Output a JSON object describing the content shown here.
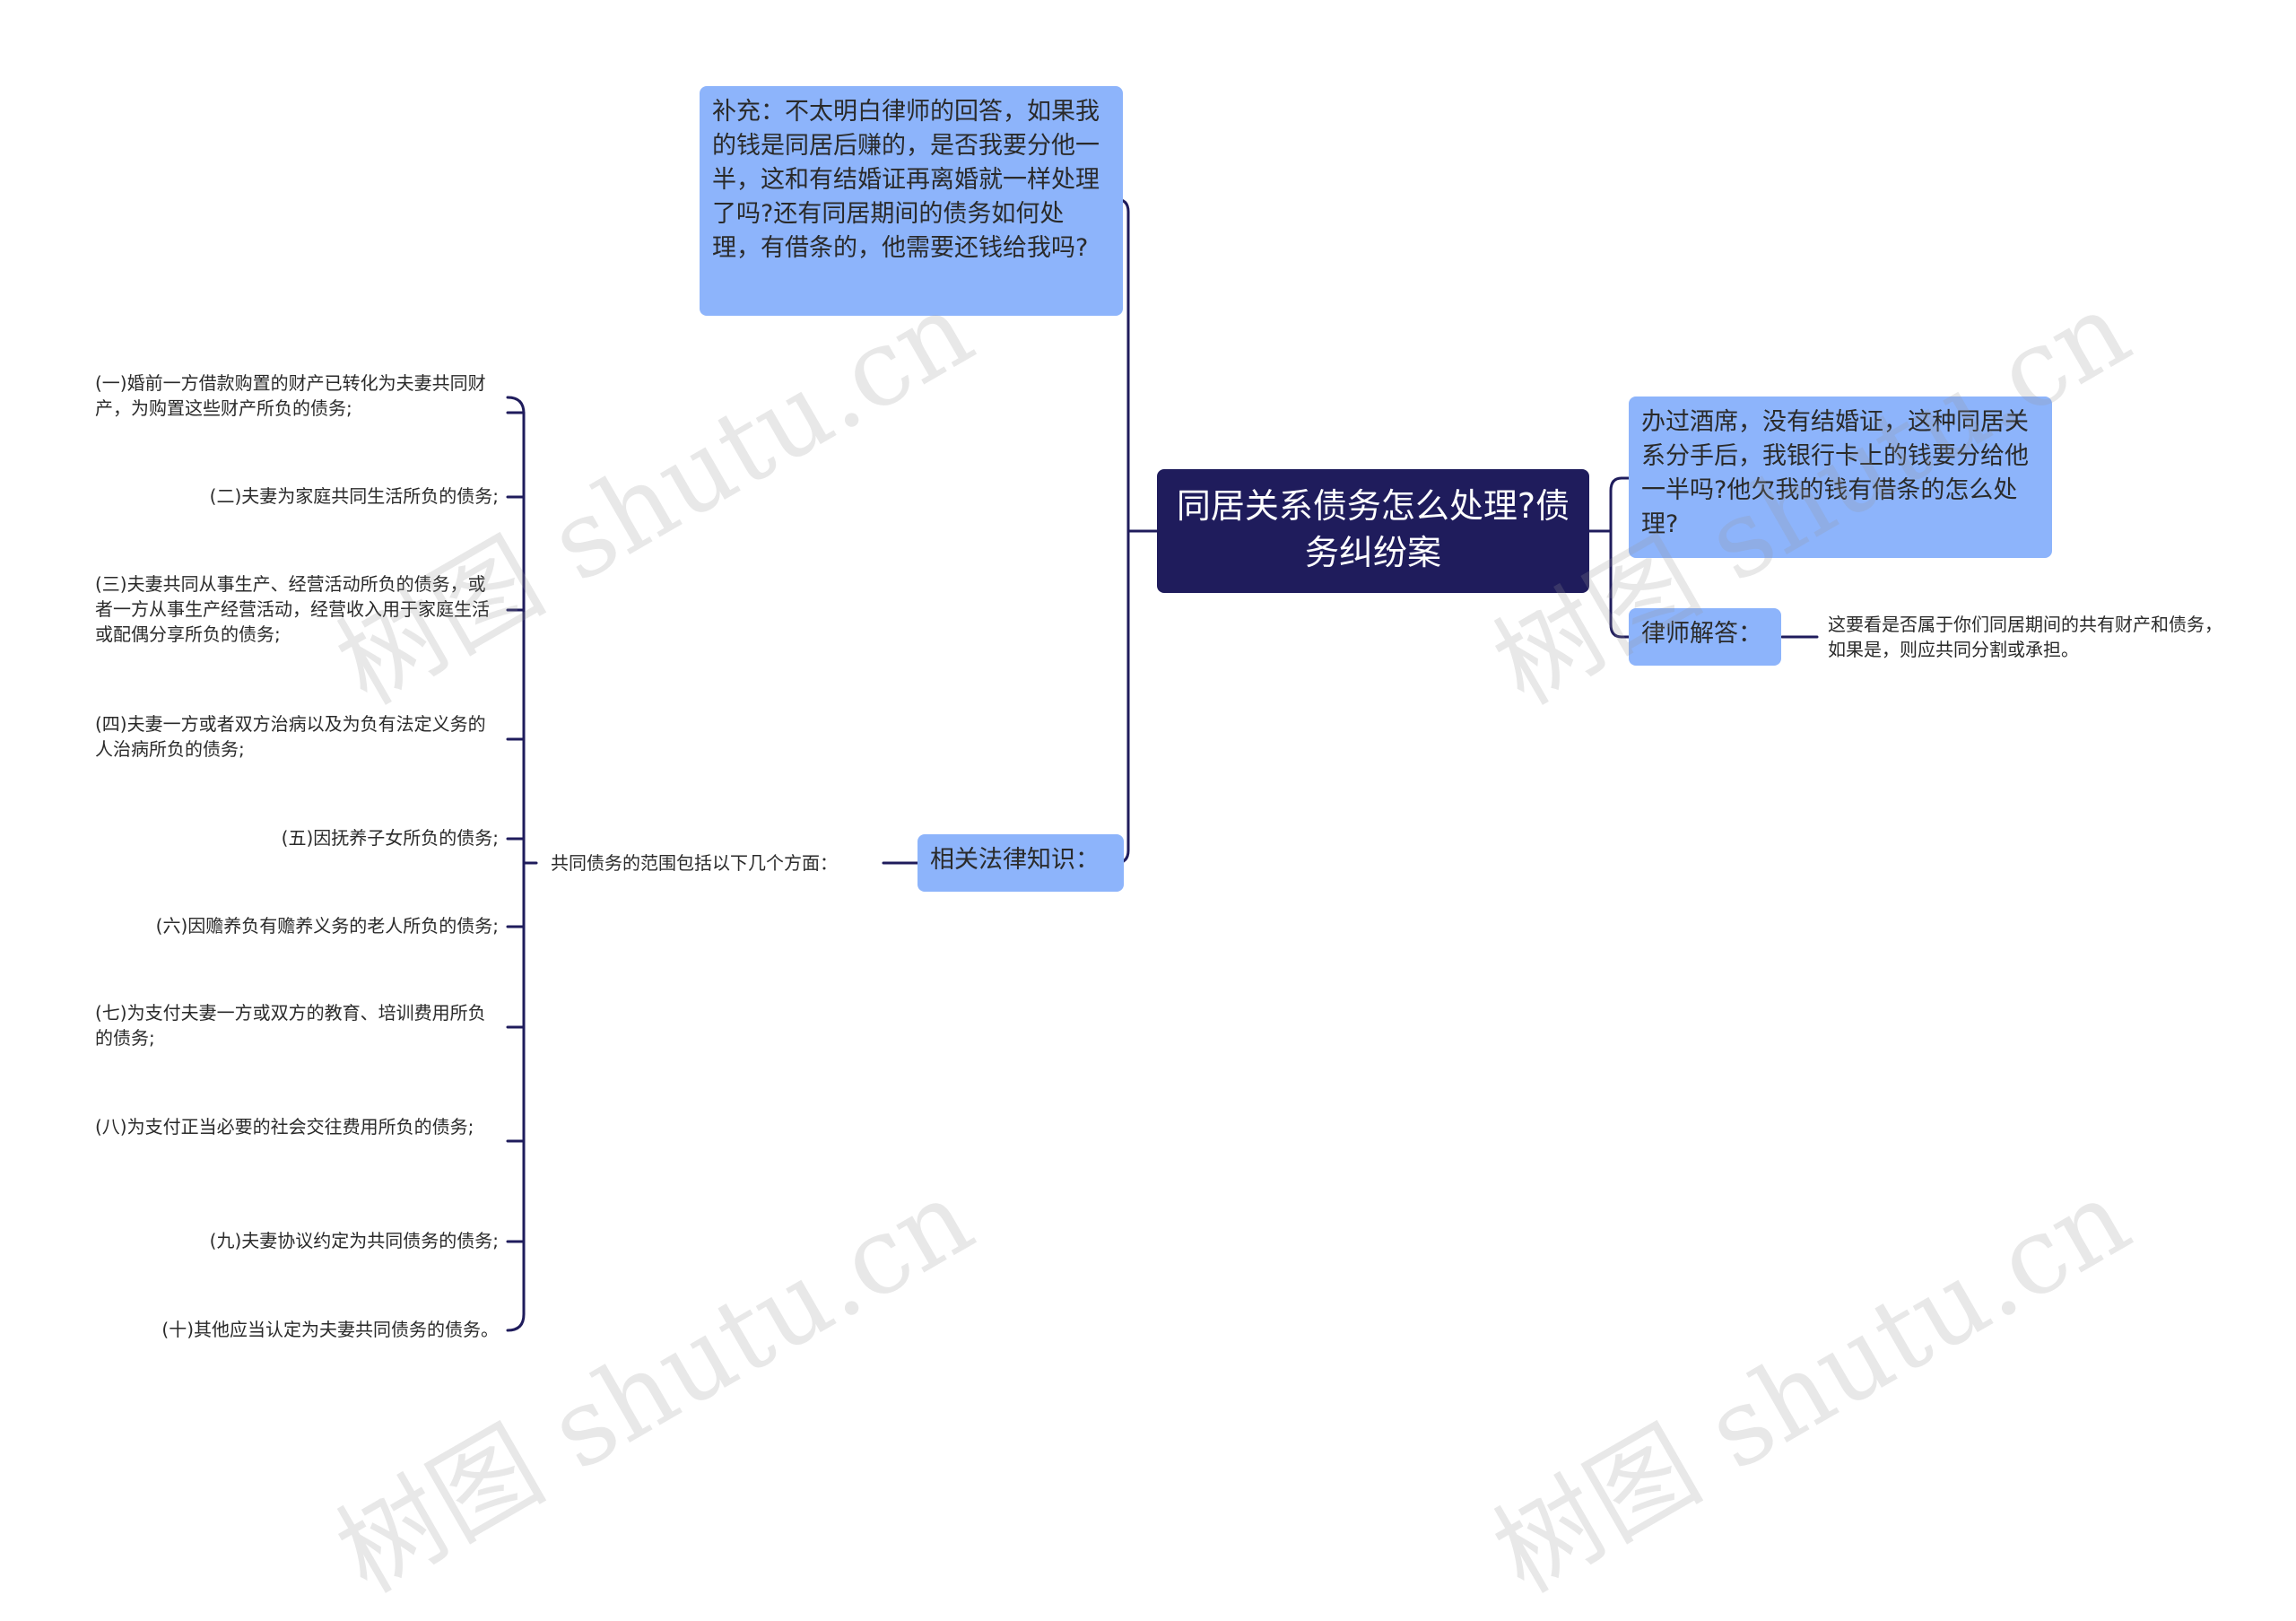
{
  "central": {
    "title": "同居关系债务怎么处理?债务纠纷案"
  },
  "left_branches": {
    "question": "补充：不太明白律师的回答，如果我的钱是同居后赚的，是否我要分他一半，这和有结婚证再离婚就一样处理了吗?还有同居期间的债务如何处理，有借条的，他需要还钱给我吗?",
    "knowledge": {
      "label": "相关法律知识：",
      "sub_label": "共同债务的范围包括以下几个方面：",
      "items": [
        "(一)婚前一方借款购置的财产已转化为夫妻共同财产，为购置这些财产所负的债务;",
        "(二)夫妻为家庭共同生活所负的债务;",
        "(三)夫妻共同从事生产、经营活动所负的债务，或者一方从事生产经营活动，经营收入用于家庭生活或配偶分享所负的债务;",
        "(四)夫妻一方或者双方治病以及为负有法定义务的人治病所负的债务;",
        "(五)因抚养子女所负的债务;",
        "(六)因赡养负有赡养义务的老人所负的债务;",
        "(七)为支付夫妻一方或双方的教育、培训费用所负的债务;",
        "(八)为支付正当必要的社会交往费用所负的债务;",
        "(九)夫妻协议约定为共同债务的债务;",
        "(十)其他应当认定为夫妻共同债务的债务。"
      ]
    }
  },
  "right_branches": {
    "question": "办过酒席，没有结婚证，这种同居关系分手后，我银行卡上的钱要分给他一半吗?他欠我的钱有借条的怎么处理?",
    "lawyer": {
      "label": "律师解答：",
      "answer": "这要看是否属于你们同居期间的共有财产和债务，如果是，则应共同分割或承担。"
    }
  },
  "watermark": "树图 shutu.cn",
  "colors": {
    "central": "#1f1c5c",
    "node": "#8db4fb",
    "line": "#1f1c5c"
  }
}
